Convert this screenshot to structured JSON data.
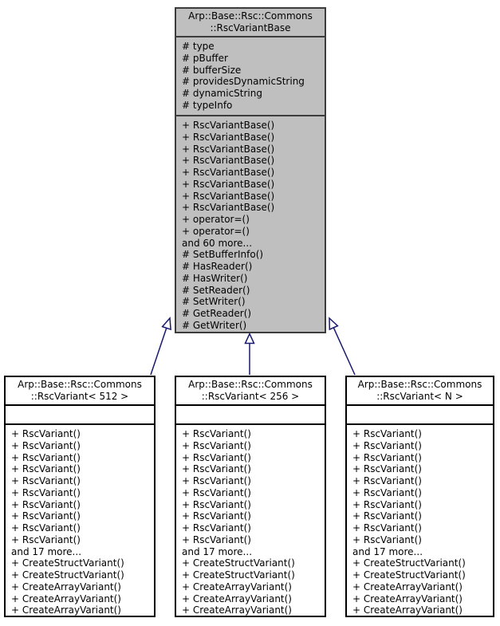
{
  "colors": {
    "base_fill": "#bfbfbf",
    "base_border": "#3c3c3c",
    "derived_fill": "#ffffff",
    "derived_border": "#000000",
    "arrow": "#191970"
  },
  "base_class": {
    "title_line1": "Arp::Base::Rsc::Commons",
    "title_line2": "::RscVariantBase",
    "attributes": [
      "# type",
      "# pBuffer",
      "# bufferSize",
      "# providesDynamicString",
      "# dynamicString",
      "# typeInfo"
    ],
    "methods": [
      "+ RscVariantBase()",
      "+ RscVariantBase()",
      "+ RscVariantBase()",
      "+ RscVariantBase()",
      "+ RscVariantBase()",
      "+ RscVariantBase()",
      "+ RscVariantBase()",
      "+ RscVariantBase()",
      "+ operator=()",
      "+ operator=()",
      "and 60 more...",
      "# SetBufferInfo()",
      "# HasReader()",
      "# HasWriter()",
      "# SetReader()",
      "# SetWriter()",
      "# GetReader()",
      "# GetWriter()"
    ]
  },
  "derived_classes": [
    {
      "title_line1": "Arp::Base::Rsc::Commons",
      "title_line2": "::RscVariant< 512 >",
      "attributes": [],
      "methods": [
        "+ RscVariant()",
        "+ RscVariant()",
        "+ RscVariant()",
        "+ RscVariant()",
        "+ RscVariant()",
        "+ RscVariant()",
        "+ RscVariant()",
        "+ RscVariant()",
        "+ RscVariant()",
        "+ RscVariant()",
        "and 17 more...",
        "+ CreateStructVariant()",
        "+ CreateStructVariant()",
        "+ CreateArrayVariant()",
        "+ CreateArrayVariant()",
        "+ CreateArrayVariant()"
      ]
    },
    {
      "title_line1": "Arp::Base::Rsc::Commons",
      "title_line2": "::RscVariant< 256 >",
      "attributes": [],
      "methods": [
        "+ RscVariant()",
        "+ RscVariant()",
        "+ RscVariant()",
        "+ RscVariant()",
        "+ RscVariant()",
        "+ RscVariant()",
        "+ RscVariant()",
        "+ RscVariant()",
        "+ RscVariant()",
        "+ RscVariant()",
        "and 17 more...",
        "+ CreateStructVariant()",
        "+ CreateStructVariant()",
        "+ CreateArrayVariant()",
        "+ CreateArrayVariant()",
        "+ CreateArrayVariant()"
      ]
    },
    {
      "title_line1": "Arp::Base::Rsc::Commons",
      "title_line2": "::RscVariant< N >",
      "attributes": [],
      "methods": [
        "+ RscVariant()",
        "+ RscVariant()",
        "+ RscVariant()",
        "+ RscVariant()",
        "+ RscVariant()",
        "+ RscVariant()",
        "+ RscVariant()",
        "+ RscVariant()",
        "+ RscVariant()",
        "+ RscVariant()",
        "and 17 more...",
        "+ CreateStructVariant()",
        "+ CreateStructVariant()",
        "+ CreateArrayVariant()",
        "+ CreateArrayVariant()",
        "+ CreateArrayVariant()"
      ]
    }
  ]
}
